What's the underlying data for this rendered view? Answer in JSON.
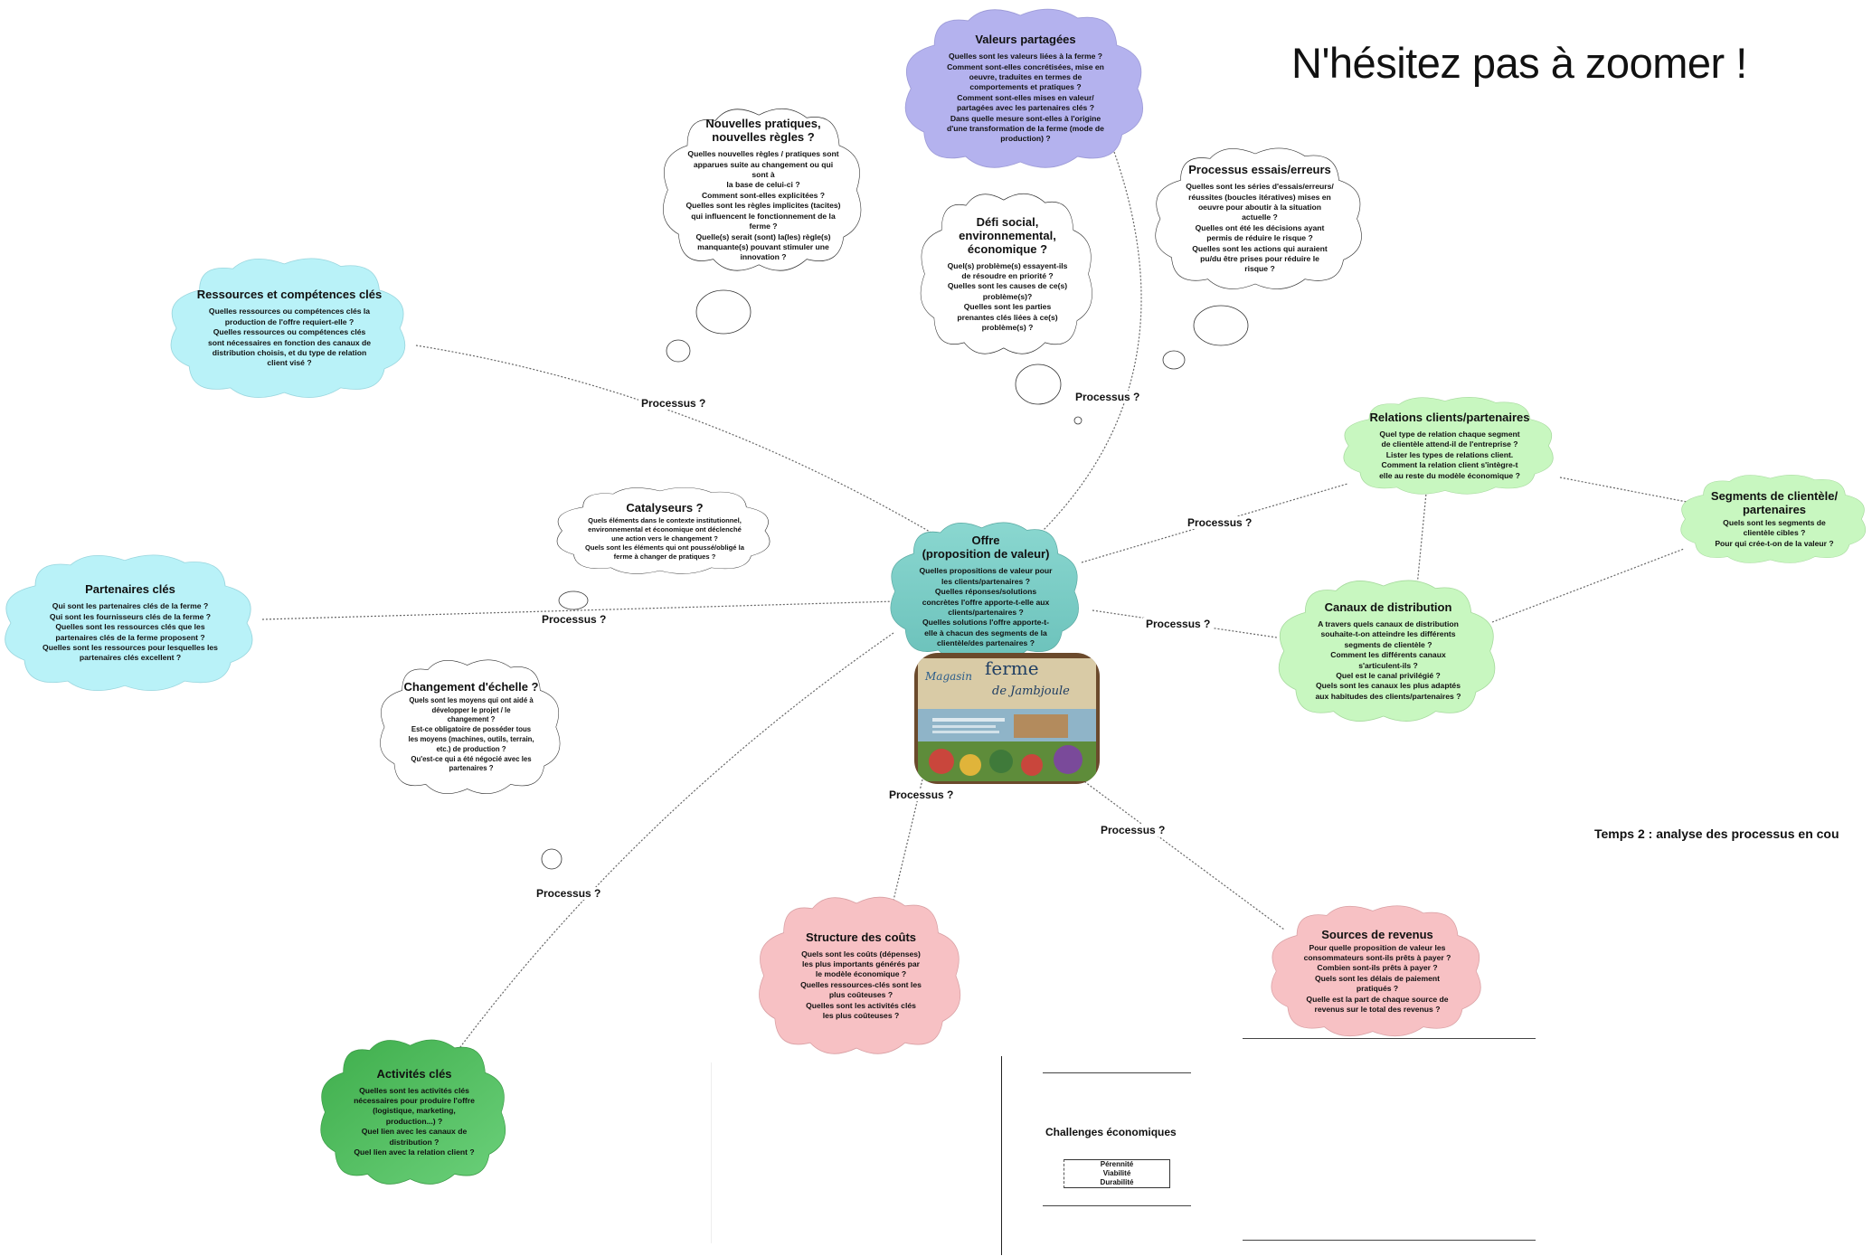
{
  "headline": "N'hésitez pas à zoomer !",
  "temps2": "Temps 2 : analyse des processus en cou",
  "colors": {
    "violet": "#b4b2ee",
    "cyan": "#b9f2f8",
    "green_light": "#c8f7c0",
    "green_dark": "#56c15f",
    "teal": "#7fcfc6",
    "pink": "#f7c1c4",
    "white": "#ffffff",
    "line": "#666666"
  },
  "nodes": {
    "valeurs": {
      "title": "Valeurs partagées",
      "body": "Quelles sont les valeurs liées à la ferme ?\nComment sont-elles concrétisées, mise en\noeuvre, traduites en termes de\ncomportements et pratiques ?\nComment sont-elles mises en valeur/\npartagées avec les partenaires clés ?\nDans quelle mesure sont-elles à l'origine\nd'une transformation de la ferme (mode de\nproduction) ?"
    },
    "nouvelles": {
      "title": "Nouvelles pratiques,\nnouvelles règles ?",
      "body": "Quelles nouvelles règles / pratiques sont\napparues suite au changement ou qui sont à\nla base de celui-ci ?\nComment sont-elles explicitées ?\nQuelles sont les règles implicites (tacites)\nqui influencent le fonctionnement de la\nferme ?\nQuelle(s) serait (sont) la(les) règle(s)\nmanquante(s) pouvant stimuler une\ninnovation ?"
    },
    "defi": {
      "title": "Défi social,\nenvironnemental,\néconomique ?",
      "body": "Quel(s) problème(s) essayent-ils\nde résoudre en priorité ?\nQuelles sont les causes de ce(s)\nproblème(s)?\nQuelles sont les parties\nprenantes clés liées à ce(s)\nproblème(s) ?"
    },
    "essais": {
      "title": "Processus essais/erreurs",
      "body": "Quelles sont les séries d'essais/erreurs/\nréussites (boucles itératives) mises en\noeuvre pour aboutir à la situation\nactuelle ?\nQuelles ont été les décisions ayant\npermis de réduire le risque ?\nQuelles sont les actions qui auraient\npu/du être prises pour réduire le\nrisque ?"
    },
    "ressources": {
      "title": "Ressources et compétences clés",
      "body": "Quelles ressources ou compétences clés la\nproduction de l'offre requiert-elle ?\nQuelles ressources ou compétences clés\nsont nécessaires en fonction des canaux de\ndistribution choisis, et du type de relation\nclient visé ?"
    },
    "catalyseurs": {
      "title": "Catalyseurs ?",
      "body": "Quels éléments dans le contexte institutionnel,\nenvironnemental et économique ont déclenché\nune action vers le changement ?\nQuels sont les éléments qui ont poussé/obligé la\nferme à changer de pratiques ?"
    },
    "partenaires": {
      "title": "Partenaires clés",
      "body": "Qui sont les partenaires clés de la ferme ?\nQui sont les fournisseurs clés de la ferme ?\nQuelles sont les ressources clés que les\npartenaires clés de la ferme proposent ?\nQuelles sont les ressources pour lesquelles les\npartenaires clés excellent ?"
    },
    "offre": {
      "title": "Offre\n(proposition de valeur)",
      "body": "Quelles propositions de valeur pour\nles clients/partenaires ?\nQuelles réponses/solutions\nconcrètes l'offre apporte-t-elle aux\nclients/partenaires ?\nQuelles solutions l'offre apporte-t-\nelle à chacun des segments de la\nclientèle/des partenaires ?"
    },
    "relations": {
      "title": "Relations clients/partenaires",
      "body": "Quel type de relation chaque segment\nde clientèle attend-il de l'entreprise ?\nLister les types de relations client.\nComment la relation client s'intègre-t\nelle au reste du modèle économique ?"
    },
    "segments": {
      "title": "Segments de clientèle/\npartenaires",
      "body": "Quels sont les segments de\nclientèle cibles ?\nPour qui crée-t-on de la valeur ?"
    },
    "canaux": {
      "title": "Canaux de distribution",
      "body": "A travers quels canaux de distribution\nsouhaite-t-on atteindre les différents\nsegments de clientèle ?\nComment les différents canaux\ns'articulent-ils ?\nQuel est le canal privilégié ?\nQuels sont les canaux les plus adaptés\naux habitudes des clients/partenaires ?"
    },
    "changement": {
      "title": "Changement d'échelle ?",
      "body": "Quels sont les moyens qui ont aidé à\ndévelopper le projet / le\nchangement ?\nEst-ce obligatoire de posséder tous\nles moyens (machines, outils, terrain,\netc.) de production ?\nQu'est-ce qui a été négocié avec les\npartenaires ?"
    },
    "couts": {
      "title": "Structure des coûts",
      "body": "Quels sont les coûts (dépenses)\nles plus importants générés par\nle modèle économique ?\nQuelles ressources-clés sont les\nplus coûteuses ?\nQuelles sont les activités clés\nles plus coûteuses ?"
    },
    "revenus": {
      "title": "Sources de revenus",
      "body": "Pour quelle proposition de valeur les\nconsommateurs sont-ils prêts à payer ?\nCombien sont-ils prêts à payer ?\nQuels sont les délais de paiement\npratiqués ?\nQuelle est la part de chaque source de\nrevenus sur le total des revenus ?"
    },
    "activites": {
      "title": "Activités clés",
      "body": "Quelles sont les activités clés\nnécessaires pour produire l'offre\n(logistique, marketing,\nproduction...) ?\nQuel lien avec les canaux de\ndistribution ?\nQuel lien avec la relation client ?"
    }
  },
  "process_labels": {
    "p_ressources": "Processus ?",
    "p_valeurs": "Processus ?",
    "p_relations": "Processus ?",
    "p_partenaires": "Processus ?",
    "p_canaux": "Processus ?",
    "p_couts": "Processus ?",
    "p_revenus": "Processus ?",
    "p_activites": "Processus ?"
  },
  "image": {
    "sign_text_1": "Magasin",
    "sign_text_2": "ferme",
    "sign_text_3": "de Jambjoule"
  },
  "challenges": {
    "title": "Challenges économiques",
    "items": [
      "Pérennité",
      "Viabilité",
      "Durabilité"
    ]
  }
}
